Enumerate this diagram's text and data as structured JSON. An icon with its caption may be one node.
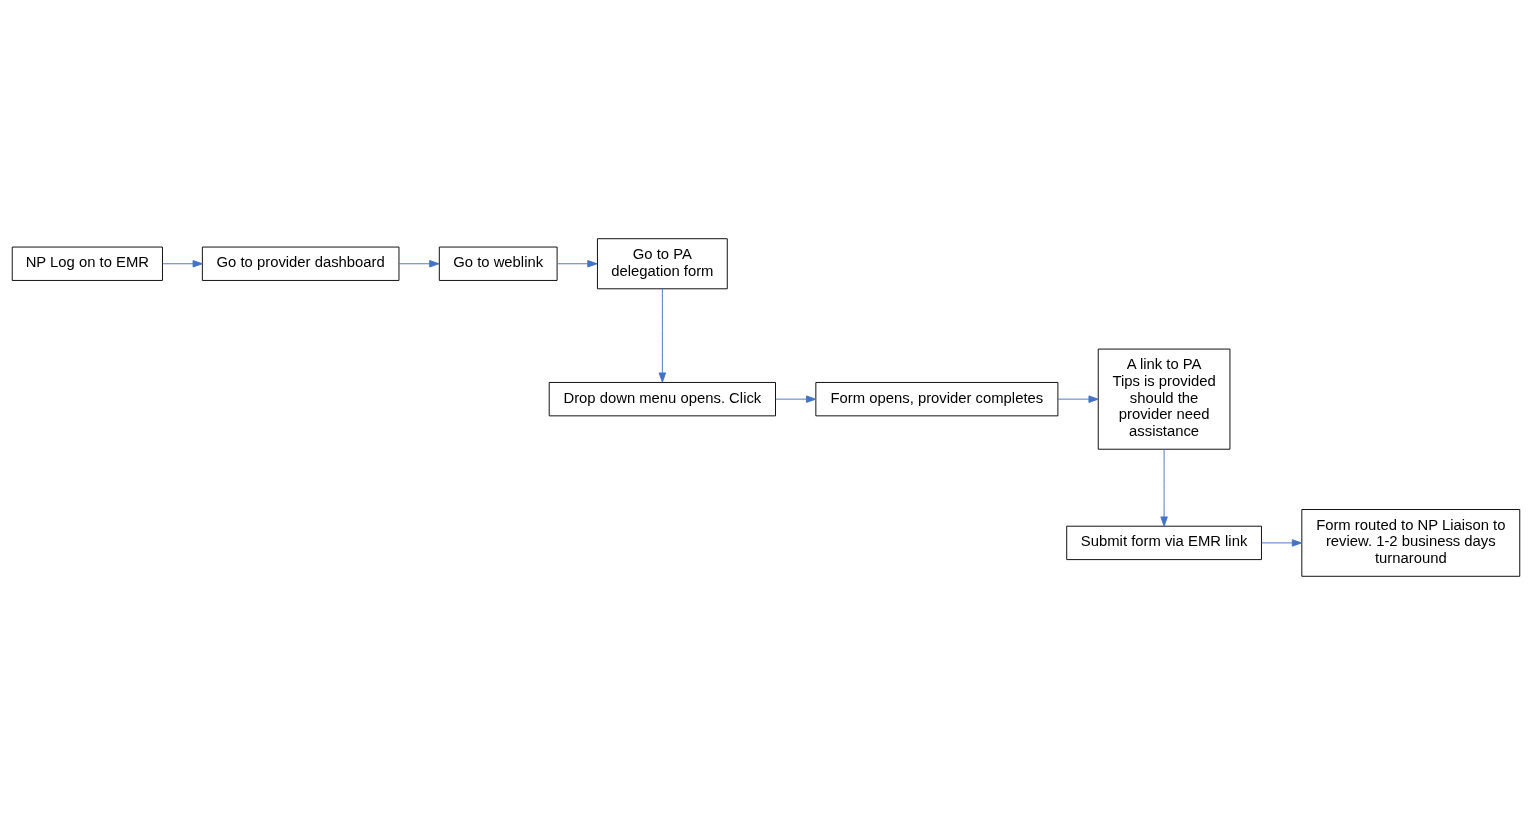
{
  "diagram": {
    "nodes": [
      {
        "text": [
          "NP Log on to EMR"
        ]
      },
      {
        "text": [
          "Go to provider dashboard"
        ]
      },
      {
        "text": [
          "Go to weblink"
        ]
      },
      {
        "text": [
          "Go to PA delegation form"
        ]
      },
      {
        "text": [
          "Drop down menu opens. Click"
        ]
      },
      {
        "text": [
          "Form opens, provider completes"
        ]
      },
      {
        "text": [
          "A link to PA Tips is provided should the provider need assistance"
        ]
      },
      {
        "text": [
          "Submit form via EMR link"
        ]
      },
      {
        "text": [
          "Form routed to NP Liaison to review. 1-2 business days turnaround"
        ]
      }
    ],
    "edges": [
      {
        "from": 0,
        "to": 1,
        "arrow": "to"
      },
      {
        "from": 1,
        "to": 2,
        "arrow": "to"
      },
      {
        "from": 2,
        "to": 3,
        "arrow": "to"
      },
      {
        "from": 3,
        "to": 4,
        "arrow": "to"
      },
      {
        "from": 4,
        "to": 5,
        "arrow": "to"
      },
      {
        "from": 5,
        "to": 6,
        "arrow": "to"
      },
      {
        "from": 6,
        "to": 7,
        "arrow": "to"
      },
      {
        "from": 7,
        "to": 8,
        "arrow": "to"
      }
    ]
  }
}
